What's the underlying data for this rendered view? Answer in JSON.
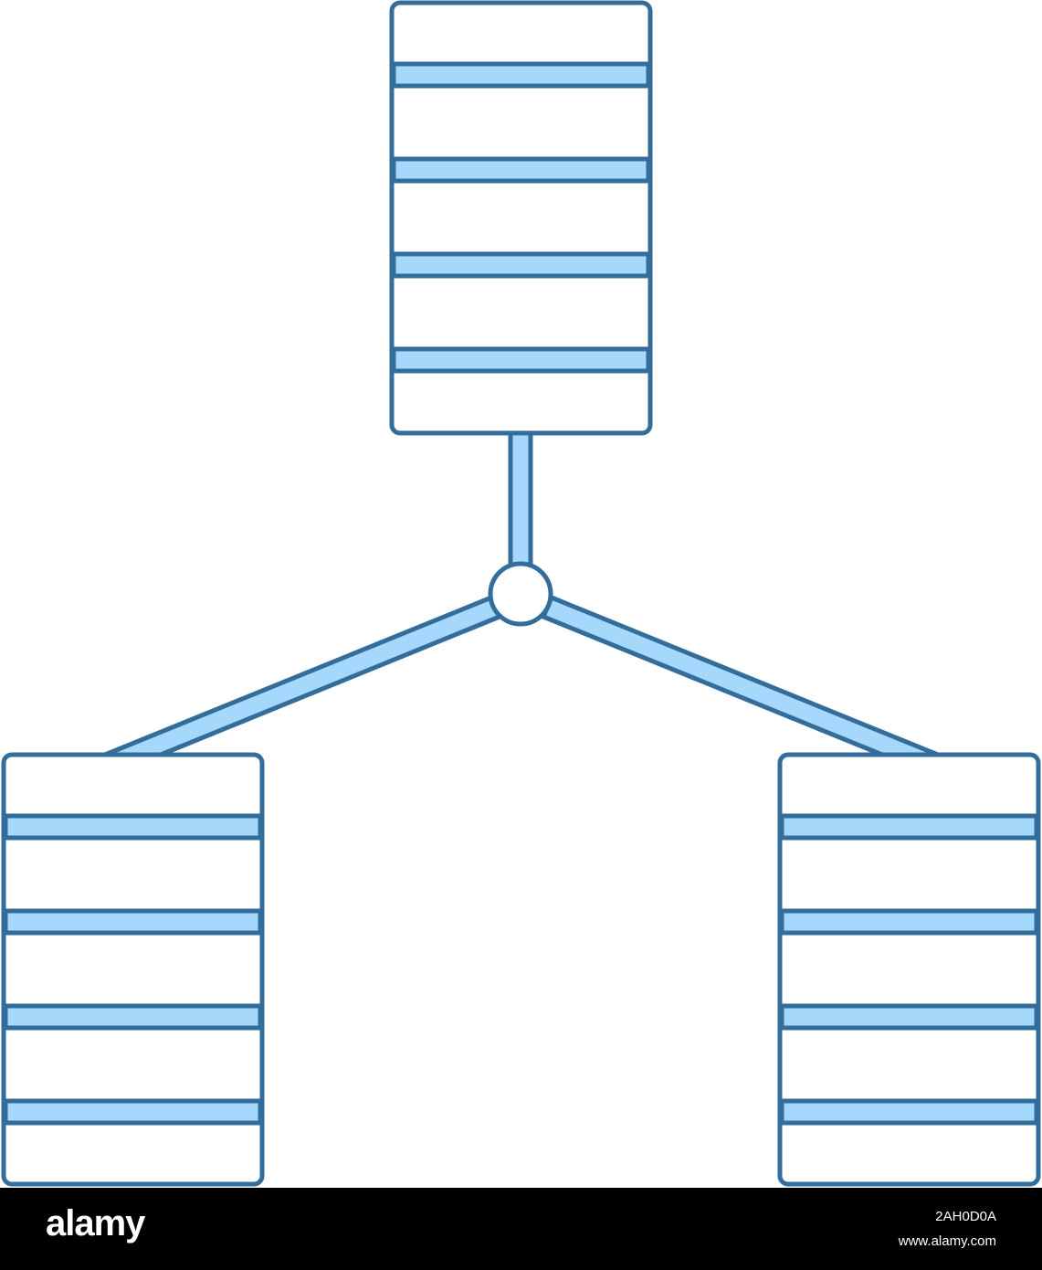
{
  "colors": {
    "stroke": "#336d9b",
    "fill_light": "#a6d8fb",
    "fill_white": "#ffffff",
    "footer_background": "#000000",
    "footer_text": "#ffffff"
  },
  "diagram": {
    "icon": "server-network-icon",
    "servers": [
      {
        "name": "top-server",
        "slots": 4
      },
      {
        "name": "left-server",
        "slots": 4
      },
      {
        "name": "right-server",
        "slots": 4
      }
    ],
    "hub": "network-hub-node"
  },
  "watermark": {
    "brand": "alamy",
    "image_id": "2AH0D0A",
    "url": "www.alamy.com"
  }
}
